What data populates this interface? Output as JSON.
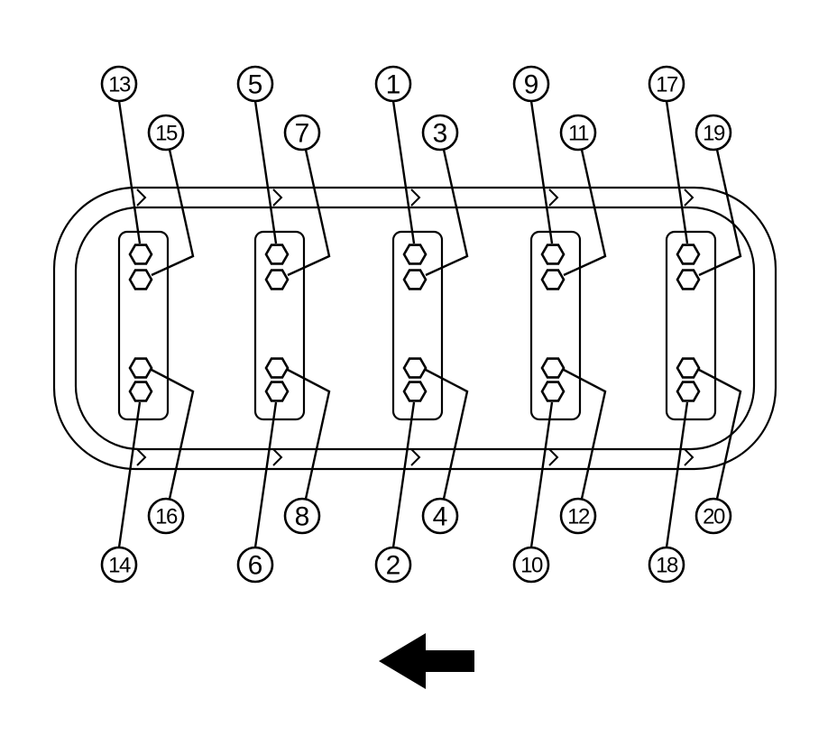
{
  "diagram": {
    "bearing_caps": [
      {
        "callouts": {
          "upper_a": "13",
          "upper_b": "15",
          "lower_a": "14",
          "lower_b": "16"
        }
      },
      {
        "callouts": {
          "upper_a": "5",
          "upper_b": "7",
          "lower_a": "6",
          "lower_b": "8"
        }
      },
      {
        "callouts": {
          "upper_a": "1",
          "upper_b": "3",
          "lower_a": "2",
          "lower_b": "4"
        }
      },
      {
        "callouts": {
          "upper_a": "9",
          "upper_b": "11",
          "lower_a": "10",
          "lower_b": "12"
        }
      },
      {
        "callouts": {
          "upper_a": "17",
          "upper_b": "19",
          "lower_a": "18",
          "lower_b": "20"
        }
      }
    ],
    "direction_arrow": "left",
    "colors": {
      "line": "#000000",
      "background": "#ffffff"
    },
    "icons": {
      "bolt": "hex-bolt-icon",
      "arrow": "arrow-left-icon"
    }
  }
}
